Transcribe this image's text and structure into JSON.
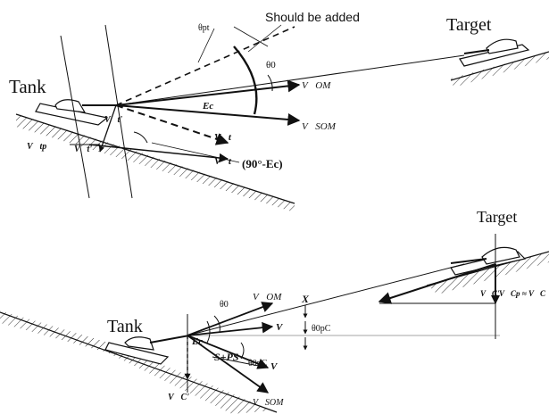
{
  "top": {
    "tank_label": "Tank",
    "target_label": "Target",
    "annotation": "Should be added",
    "theta_pt": "θpt",
    "theta0": "θ0",
    "Ec": "Ec",
    "V_om": "V⃗OM",
    "V_om_s": "V⃗SOM",
    "V_t": "V⃗t",
    "V_t_lower": "V⃗t",
    "V_t_prime": "V⃗t'",
    "V_t_prime_low": "V⃗t'",
    "V_tp": "V⃗tp",
    "angle_90": "(90°-Ec)"
  },
  "bottom": {
    "tank_label": "Tank",
    "target_label": "Target",
    "theta0": "θ0",
    "V_om": "V⃗OM",
    "V_om_s": "V⃗SOM",
    "V": "V⃗",
    "V2": "V⃗",
    "Ec": "Ec",
    "S_Ps": "S+PS",
    "theta_pc": "θ0pC",
    "theta_pc2": "θ0pC",
    "X": "X",
    "V_c_prime": "V⃗C'",
    "V_c_prime_target": "V⃗C'",
    "V_cp": "V⃗Cp ≈ V⃗C"
  }
}
